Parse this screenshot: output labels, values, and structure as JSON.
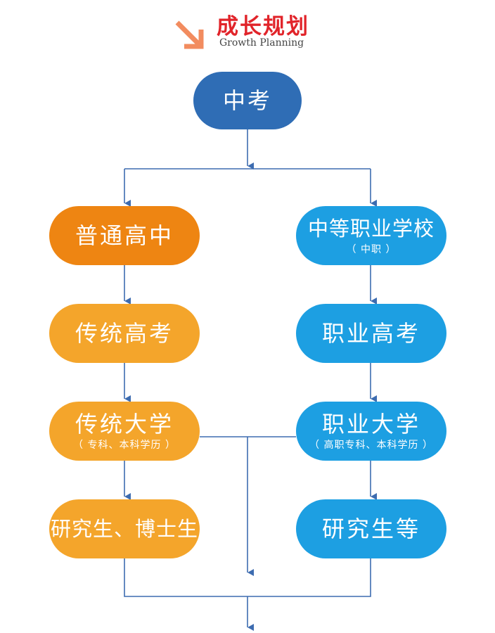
{
  "header": {
    "title": "成长规划",
    "subtitle": "Growth Planning"
  },
  "colors": {
    "title_red": "#e1242a",
    "header_arrow": "#f28c5f",
    "top_node_blue": "#2f6db5",
    "orange_dark": "#ee8512",
    "orange_light": "#f4a52b",
    "light_blue": "#1d9fe2",
    "connector": "#3d6cb0"
  },
  "top_node": {
    "label": "中考"
  },
  "left_column": [
    {
      "label": "普通高中",
      "sub": ""
    },
    {
      "label": "传统高考",
      "sub": ""
    },
    {
      "label": "传统大学",
      "sub": "（ 专科、本科学历 ）"
    },
    {
      "label": "研究生、博士生",
      "sub": ""
    }
  ],
  "right_column": [
    {
      "label": "中等职业学校",
      "sub": "（ 中职 ）"
    },
    {
      "label": "职业高考",
      "sub": ""
    },
    {
      "label": "职业大学",
      "sub": "（ 高职专科、本科学历 ）"
    },
    {
      "label": "研究生等",
      "sub": ""
    }
  ]
}
